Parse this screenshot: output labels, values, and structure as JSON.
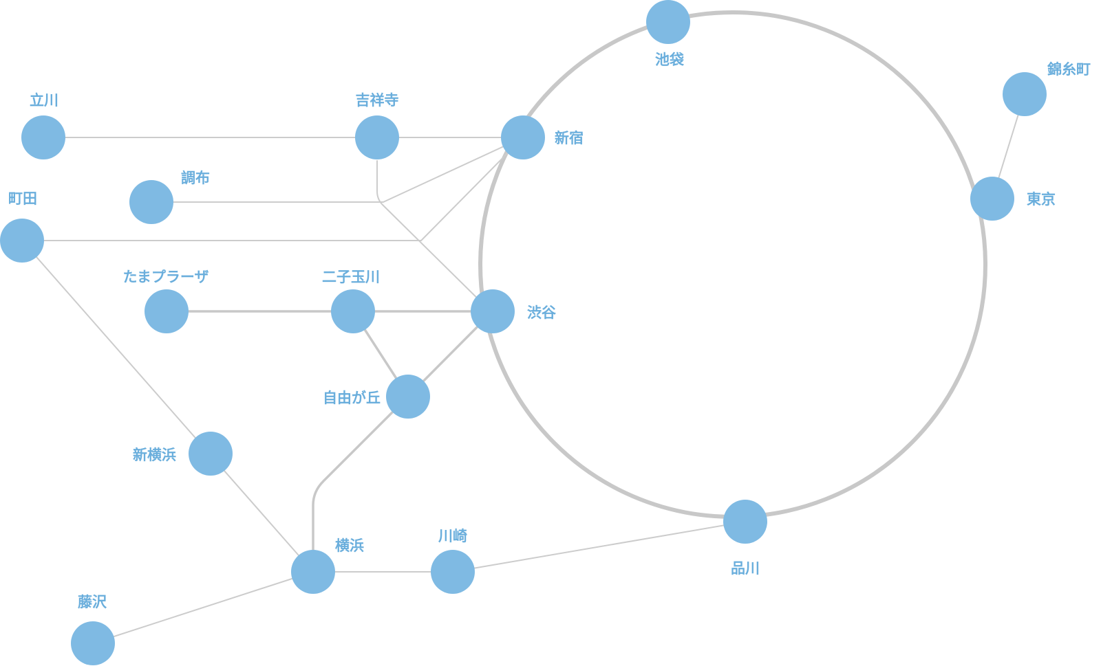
{
  "stations": {
    "ikebukuro": "池袋",
    "kinshicho": "錦糸町",
    "tachikawa": "立川",
    "kichijoji": "吉祥寺",
    "shinjuku": "新宿",
    "chofu": "調布",
    "machida": "町田",
    "tokyo": "東京",
    "tamaplaza": "たまプラーザ",
    "futakotamagawa": "二子玉川",
    "shibuya": "渋谷",
    "jiyugaoka": "自由が丘",
    "shinyokohama": "新横浜",
    "yokohama": "横浜",
    "kawasaki": "川崎",
    "shinagawa": "品川",
    "fujisawa": "藤沢"
  },
  "colors": {
    "node": "#7fbae3",
    "label": "#6aaedc",
    "track": "#c8c8c8"
  }
}
